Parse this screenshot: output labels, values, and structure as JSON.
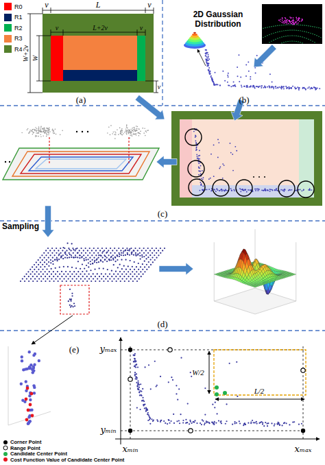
{
  "diagram": {
    "labels": [
      "v",
      "L",
      "v",
      "v",
      "L+2v",
      "v",
      "W+2v",
      "W",
      "v",
      "(a)",
      "2D Gaussian Distribution",
      "(b)",
      "(c)",
      "Sampling",
      "(d)",
      "yₘₐₓ",
      "W/2",
      "L/2",
      "yₘᵢₙ",
      "xₘᵢₙ",
      "xₘₐₓ",
      "(e)"
    ],
    "legend": [
      {
        "text": "R0",
        "color": "#ff0000"
      },
      {
        "text": "R1",
        "color": "#002060"
      },
      {
        "text": "R2",
        "color": "#00b050"
      },
      {
        "text": "R3",
        "color": "#f4813f"
      },
      {
        "text": "R4",
        "color": "#55802c"
      },
      {
        "text": "Corner Point"
      },
      {
        "text": "Range Point"
      },
      {
        "text": "Candidate Center Point"
      },
      {
        "text": "Cost Function Value of Candidate Center Point"
      }
    ]
  }
}
